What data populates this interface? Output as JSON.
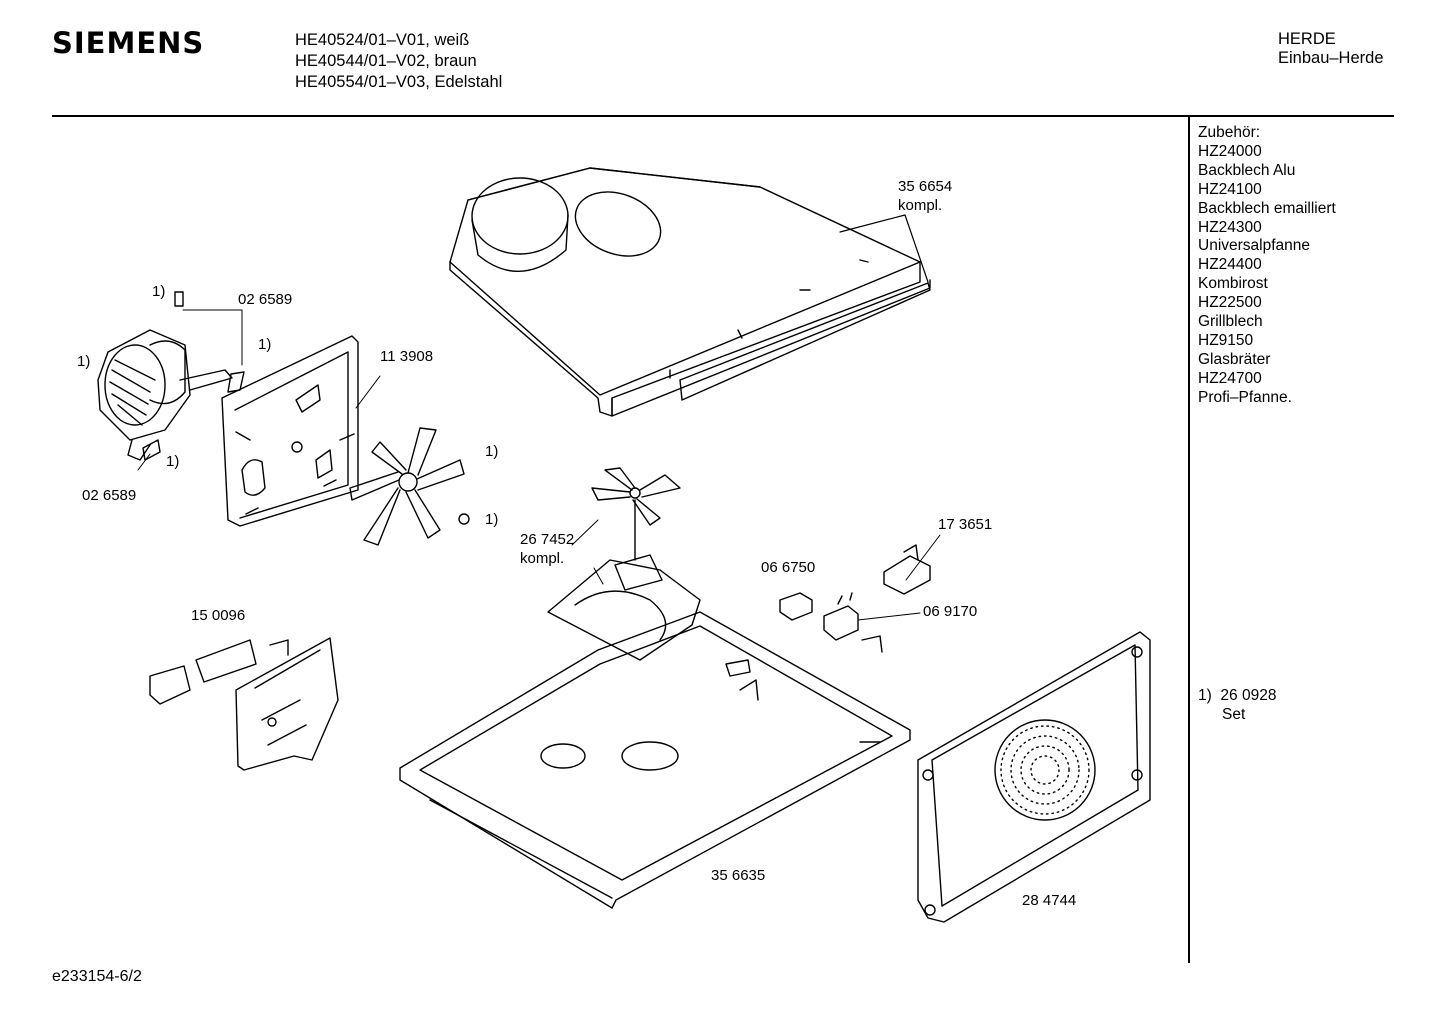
{
  "header": {
    "brand": "SIEMENS",
    "models": [
      "HE40524/01–V01, weiß",
      "HE40544/01–V02, braun",
      "HE40554/01–V03, Edelstahl"
    ],
    "category": "HERDE",
    "subcategory": "Einbau–Herde"
  },
  "accessories": {
    "title": "Zubehör:",
    "items": [
      "HZ24000",
      "Backblech Alu",
      "HZ24100",
      "Backblech emailliert",
      "HZ24300",
      "Universalpfanne",
      "HZ24400",
      "Kombirost",
      "HZ22500",
      "Grillblech",
      "HZ9150",
      "Glasbräter",
      "HZ24700",
      "Profi–Pfanne."
    ]
  },
  "footnote": {
    "marker": "1)",
    "part": "26 0928",
    "text": "Set"
  },
  "labels": {
    "p356654": "35 6654",
    "kompl1": "kompl.",
    "p026589a": "02 6589",
    "p026589b": "02 6589",
    "p113908": "11 3908",
    "m1": "1)",
    "m2": "1)",
    "m3": "1)",
    "m4": "1)",
    "m5": "1)",
    "m6": "1)",
    "p267452": "26 7452",
    "kompl2": "kompl.",
    "p173651": "17 3651",
    "p066750": "06 6750",
    "p069170": "06 9170",
    "p150096": "15 0096",
    "p356635": "35 6635",
    "p284744": "28 4744"
  },
  "doc_id": "e233154-6/2"
}
